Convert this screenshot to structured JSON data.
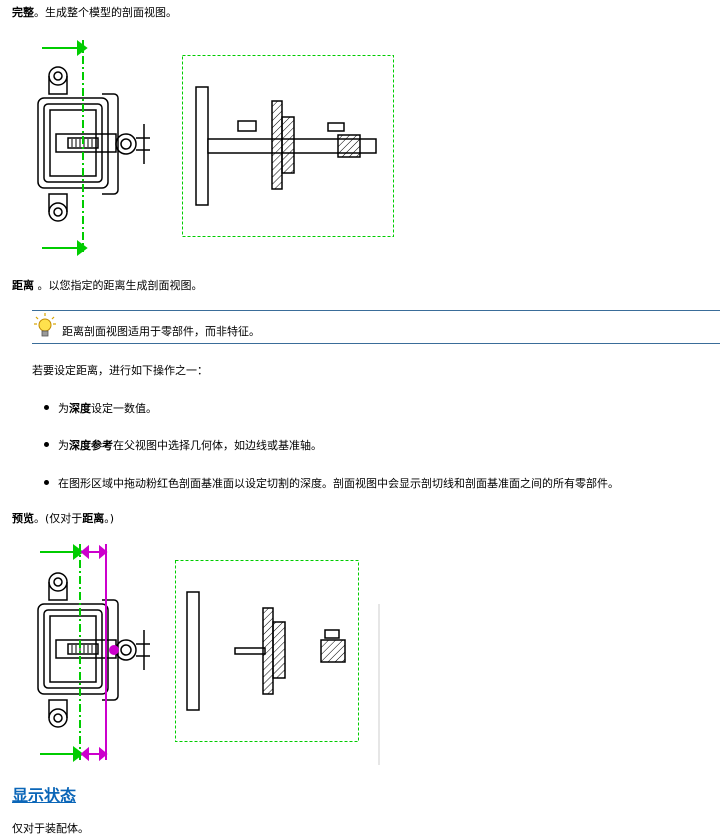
{
  "complete": {
    "label": "完整",
    "text": "。生成整个模型的剖面视图。"
  },
  "distance": {
    "label": "距离",
    "text": " 。以您指定的距离生成剖面视图。"
  },
  "note": {
    "icon": "lightbulb-icon",
    "text": "距离剖面视图适用于零部件，而非特征。"
  },
  "intro": "若要设定距离，进行如下操作之一：",
  "bullets": [
    {
      "pre": "为",
      "bold": "深度",
      "post": "设定一数值。"
    },
    {
      "pre": "为",
      "bold": "深度参考",
      "post": "在父视图中选择几何体，如边线或基准轴。"
    },
    {
      "pre": "",
      "bold": "",
      "post": "在图形区域中拖动粉红色剖面基准面以设定切割的深度。剖面视图中会显示剖切线和剖面基准面之间的所有零部件。"
    }
  ],
  "preview": {
    "label": "预览",
    "text": "。(仅对于",
    "bold2": "距离",
    "tail": "。)"
  },
  "section": {
    "title": "显示状态"
  },
  "footer": "仅对于装配体。",
  "colors": {
    "green": "#00cc00",
    "magenta": "#cc00cc",
    "link": "#0b66b8",
    "note_rule": "#3a6d99"
  }
}
